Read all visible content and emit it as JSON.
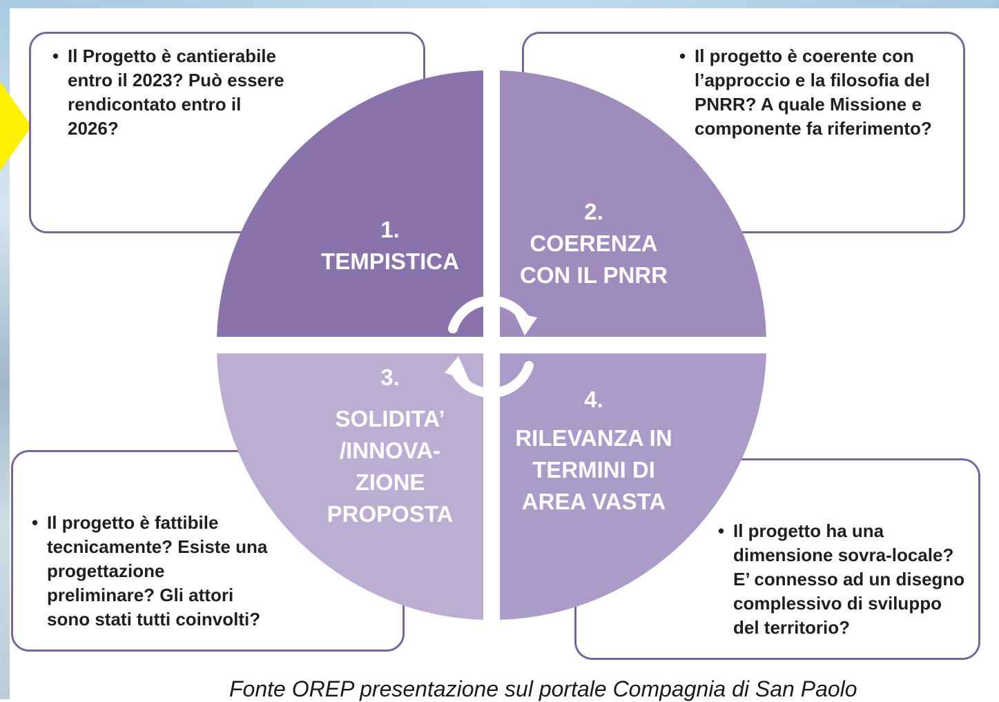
{
  "colors": {
    "segment_1": "#8a72aa",
    "segment_2": "#9f8cbc",
    "segment_3": "#bcaed2",
    "segment_4": "#ab9bc8",
    "box_border": "#7a6598",
    "arrow_fill": "#ffef00"
  },
  "segments": [
    {
      "number": "1.",
      "title": "TEMPISTICA"
    },
    {
      "number": "2.",
      "title": "COERENZA\nCON IL PNRR"
    },
    {
      "number": "3.",
      "title": "SOLIDITA’\n/INNOVA-\nZIONE\nPROPOSTA"
    },
    {
      "number": "4.",
      "title": "RILEVANZA IN\nTERMINI DI\nAREA VASTA"
    }
  ],
  "questions": [
    {
      "text": "Il  Progetto è cantierabile\nentro il 2023? Può essere\nrendicontato entro il\n2026?"
    },
    {
      "text": "Il progetto è coerente con\nl’approccio e la filosofia del\nPNRR? A quale Missione e\ncomponente fa riferimento?"
    },
    {
      "text": "Il progetto è fattibile\ntecnicamente? Esiste una\nprogettazione\npreliminare? Gli attori\nsono stati tutti coinvolti?"
    },
    {
      "text": "Il progetto ha una\ndimensione sovra-locale?\nE’ connesso ad un disegno\ncomplessivo  di sviluppo\ndel territorio?"
    }
  ],
  "footer": "Fonte OREP presentazione sul portale Compagnia di San Paolo",
  "icons": [
    "yellow-arrow-shape",
    "cycle-arrows-icon"
  ]
}
